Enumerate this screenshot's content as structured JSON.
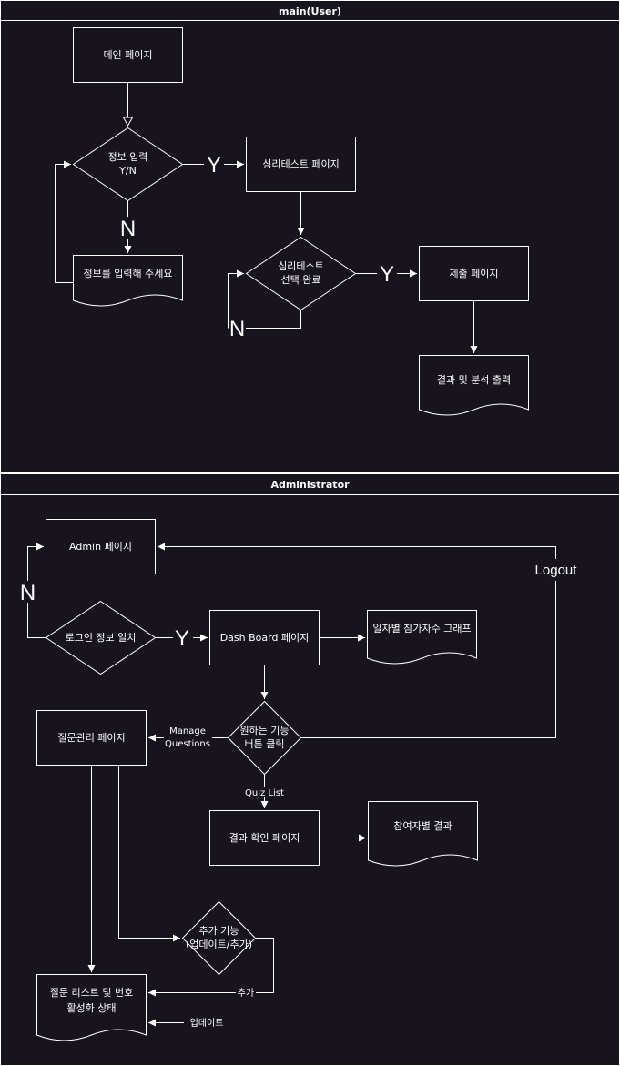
{
  "lanes": {
    "user": "main(User)",
    "admin": "Administrator"
  },
  "user_flow": {
    "main_page": "메인 페이지",
    "info_input_line1": "정보 입력",
    "info_input_line2": "Y/N",
    "please_enter": "정보를 입력해 주세요",
    "psych_test_page": "심리테스트 페이지",
    "test_done_line1": "심리테스트",
    "test_done_line2": "선택 완료",
    "submit_page": "제출 페이지",
    "result_output": "결과 및 분석 출력",
    "yes1": "Y",
    "no1": "N",
    "yes2": "Y",
    "no2": "N"
  },
  "admin_flow": {
    "admin_page": "Admin 페이지",
    "login_match": "로그인 정보 일치",
    "dashboard": "Dash Board 페이지",
    "daily_graph": "일자별 참가자수 그래프",
    "button_click_line1": "원하는 기능",
    "button_click_line2": "버튼 클릭",
    "question_mgmt": "질문관리 페이지",
    "manage_line1": "Manage",
    "manage_line2": "Questions",
    "quiz_list": "Quiz List",
    "result_check": "결과 확인 페이지",
    "participant_result": "참여자별 결과",
    "add_line1": "추가 기능",
    "add_line2": "(업데이트/추가)",
    "question_list_line1": "질문 리스트 및 번호",
    "question_list_line2": "활성화 상태",
    "add_label": "추가",
    "update_label": "업데이트",
    "logout": "Logout",
    "yes": "Y",
    "no": "N"
  }
}
